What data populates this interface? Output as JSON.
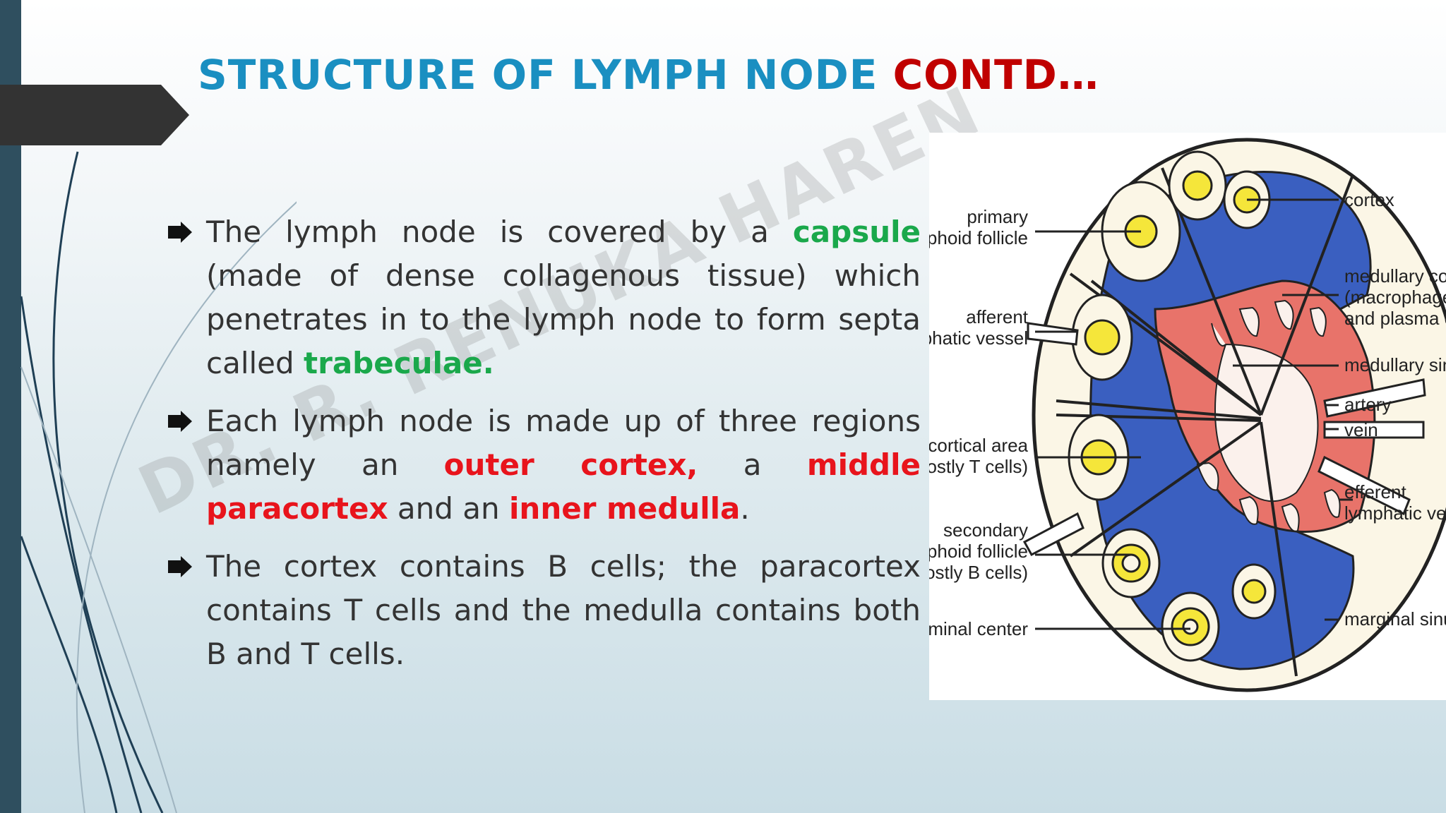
{
  "title": {
    "main": "STRUCTURE OF LYMPH NODE ",
    "accent": "CONTD…"
  },
  "watermark": "DR. R. RENUKA HAREN",
  "bullets": [
    {
      "parts": [
        {
          "text": "The lymph node is covered by a ",
          "style": "normal"
        },
        {
          "text": "capsule",
          "style": "green"
        },
        {
          "text": " (made of dense collagenous tissue) which penetrates in to the lymph node to form septa called ",
          "style": "normal"
        },
        {
          "text": "trabeculae.",
          "style": "green"
        }
      ]
    },
    {
      "parts": [
        {
          "text": "Each lymph node is made up of three regions namely an ",
          "style": "normal"
        },
        {
          "text": "outer cortex,",
          "style": "red"
        },
        {
          "text": " a ",
          "style": "normal"
        },
        {
          "text": "middle paracortex",
          "style": "red"
        },
        {
          "text": " and an ",
          "style": "normal"
        },
        {
          "text": "inner medulla",
          "style": "red"
        },
        {
          "text": ".",
          "style": "normal"
        }
      ]
    },
    {
      "parts": [
        {
          "text": "The cortex contains B cells; the paracortex contains T cells and the medulla contains both B and T cells.",
          "style": "normal"
        }
      ]
    }
  ],
  "figure_labels": {
    "primary_follicle": [
      "primary",
      "lymphoid follicle"
    ],
    "afferent_vessel": [
      "afferent",
      "lymphatic vessel"
    ],
    "paracortical_area": [
      "paracortical area",
      "(mostly T cells)"
    ],
    "secondary_follicle": [
      "secondary",
      "lymphoid follicle",
      "(mostly B cells)"
    ],
    "germinal_center": [
      "germinal center"
    ],
    "cortex": [
      "cortex"
    ],
    "medullary_cords": [
      "medullary cords",
      "(macrophages",
      "and plasma cells)"
    ],
    "medullary_sinus": [
      "medullary sinus"
    ],
    "artery": [
      "artery"
    ],
    "vein": [
      "vein"
    ],
    "efferent_vessel": [
      "efferent",
      "lymphatic vessel"
    ],
    "marginal_sinus": [
      "marginal sinus"
    ]
  },
  "colors": {
    "title": "#1a8fc1",
    "accent": "#c00000",
    "green": "#1aa84b",
    "red": "#e8141c",
    "cortex_blue": "#3a5fc0",
    "medulla_red": "#e8736a",
    "follicle_yellow": "#f5e63a"
  }
}
